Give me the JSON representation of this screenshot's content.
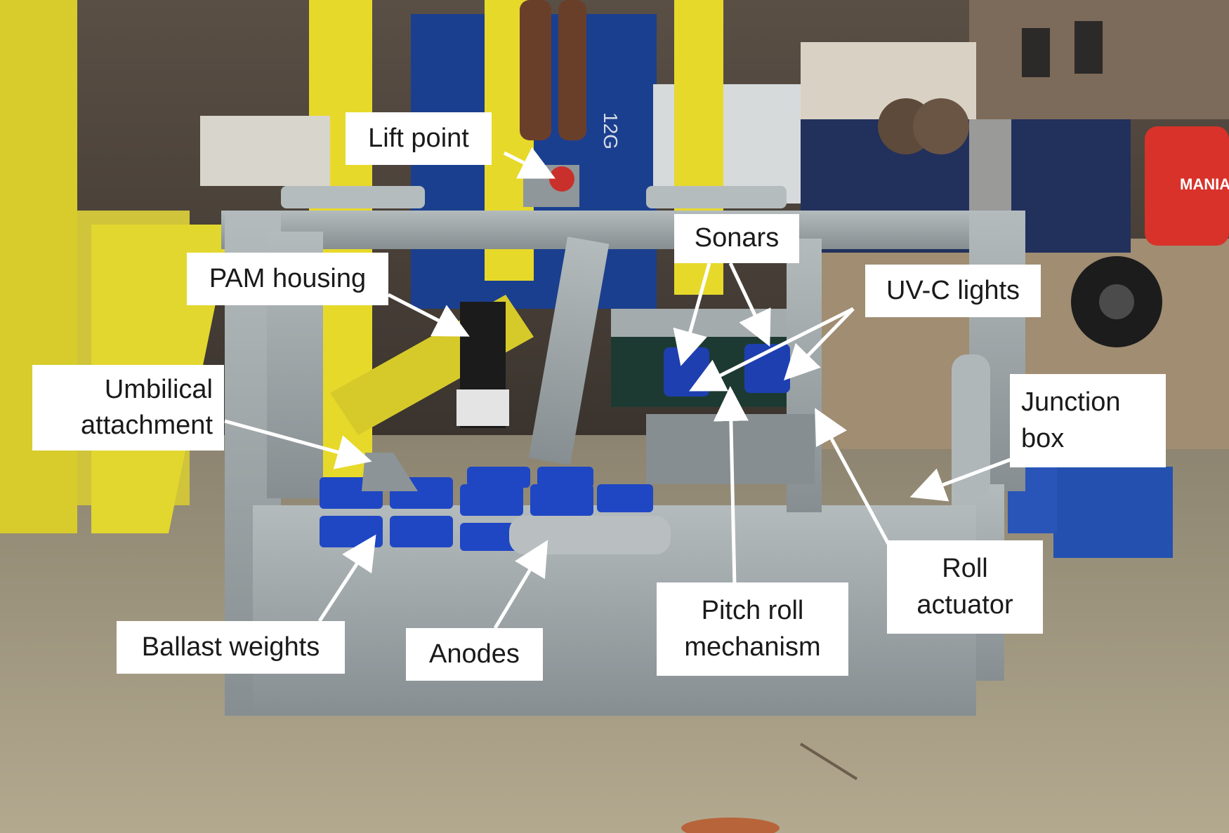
{
  "colors": {
    "frame_steel": "#9ea6a9",
    "ballast_blue": "#1f47c4",
    "crane_yellow": "#e7d92a",
    "container_blue": "#1b3f8f",
    "floor_concrete": "#a99f86",
    "label_bg": "#ffffff",
    "label_text": "#1a1a1a"
  },
  "labels": {
    "lift_point": "Lift point",
    "sonars": "Sonars",
    "pam_housing": "PAM housing",
    "uvc_lights": "UV-C lights",
    "umbilical_line1": "Umbilical",
    "umbilical_line2": "attachment",
    "junction_line1": "Junction",
    "junction_line2": "box",
    "roll_line1": "Roll",
    "roll_line2": "actuator",
    "pitch_line1": "Pitch roll",
    "pitch_line2": "mechanism",
    "ballast": "Ballast weights",
    "anodes": "Anodes"
  },
  "background_text": {
    "container_code": "12G",
    "lift_brand": "MANIA"
  }
}
